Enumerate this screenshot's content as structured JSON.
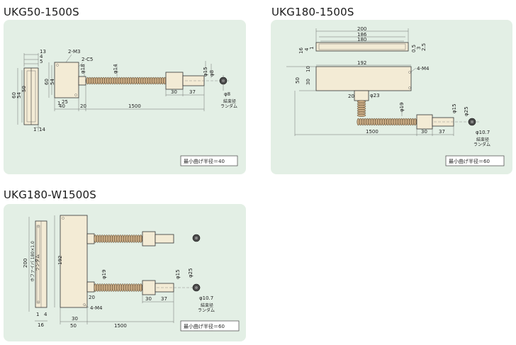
{
  "headings": {
    "ukg50": "UKG50-1500S",
    "ukg180": "UKG180-1500S",
    "ukg180w": "UKG180-W1500S"
  },
  "bend_radius": {
    "ukg50": "最小曲げ半径＝40",
    "ukg180": "最小曲げ半径＝60",
    "ukg180w": "最小曲げ半径＝60"
  },
  "ukg50": {
    "d13": "13",
    "d4": "4",
    "d5": "5",
    "d1": "1",
    "d14": "14",
    "d60": "60",
    "d54": "54",
    "d50": "50",
    "d60b": "60",
    "d54b": "54",
    "m3": "2-M3",
    "c5": "2-C5",
    "phi18": "φ18",
    "phi14": "φ14",
    "phi15": "φ15",
    "phi8a": "φ8",
    "d25": "25",
    "d40": "40",
    "d20": "20",
    "d1500": "1500",
    "d30": "30",
    "d37": "37",
    "phi8": "φ8",
    "random1": "結束径",
    "random2": "ランダム"
  },
  "ukg180": {
    "d200": "200",
    "d186": "186",
    "d180": "180",
    "d16": "16",
    "d4": "4",
    "d1": "1",
    "d05": "0.5",
    "d3": "3",
    "d25": "2.5",
    "d192": "192",
    "d50": "50",
    "d30": "30",
    "d10": "10",
    "m4": "4-M4",
    "d20": "20",
    "phi23": "φ23",
    "phi19": "φ19",
    "phi15": "φ15",
    "phi25": "φ25",
    "d1500": "1500",
    "d30b": "30",
    "d37": "37",
    "phi107": "φ10.7",
    "random1": "結束径",
    "random2": "ランダム"
  },
  "ukg180w": {
    "d200": "200",
    "d192": "192",
    "vert_note1": "ホファイバ 180×1.0",
    "vert_note2": "ランダム",
    "d1": "1",
    "d4": "4",
    "d16": "16",
    "phi19": "φ19",
    "phi15": "φ15",
    "phi25": "φ25",
    "d20": "20",
    "m4": "4-M4",
    "d30": "30",
    "d37": "37",
    "d30b": "30",
    "d50": "50",
    "d1500": "1500",
    "phi107": "φ10.7",
    "random1": "結束径",
    "random2": "ランダム"
  }
}
